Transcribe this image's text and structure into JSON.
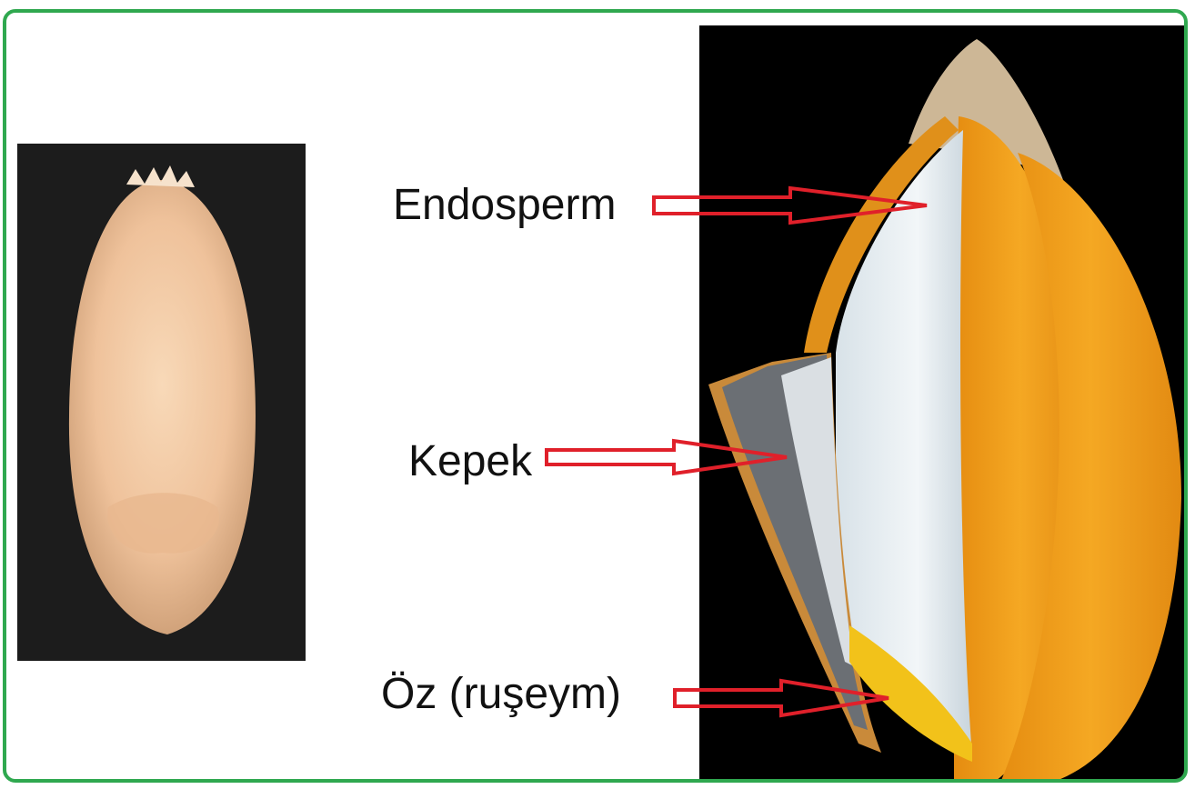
{
  "labels": {
    "endosperm": "Endosperm",
    "bran": "Kepek",
    "germ": "Öz (ruşeym)"
  },
  "colors": {
    "frame_border": "#2fa84f",
    "arrow_outline": "#e0202a",
    "husk_orange": "#f0a21c",
    "endosperm_white": "#e8eef2",
    "germ_yellow": "#f2c21a",
    "panel_bg": "#000000",
    "kernel_peach": "#f3c9a2"
  }
}
